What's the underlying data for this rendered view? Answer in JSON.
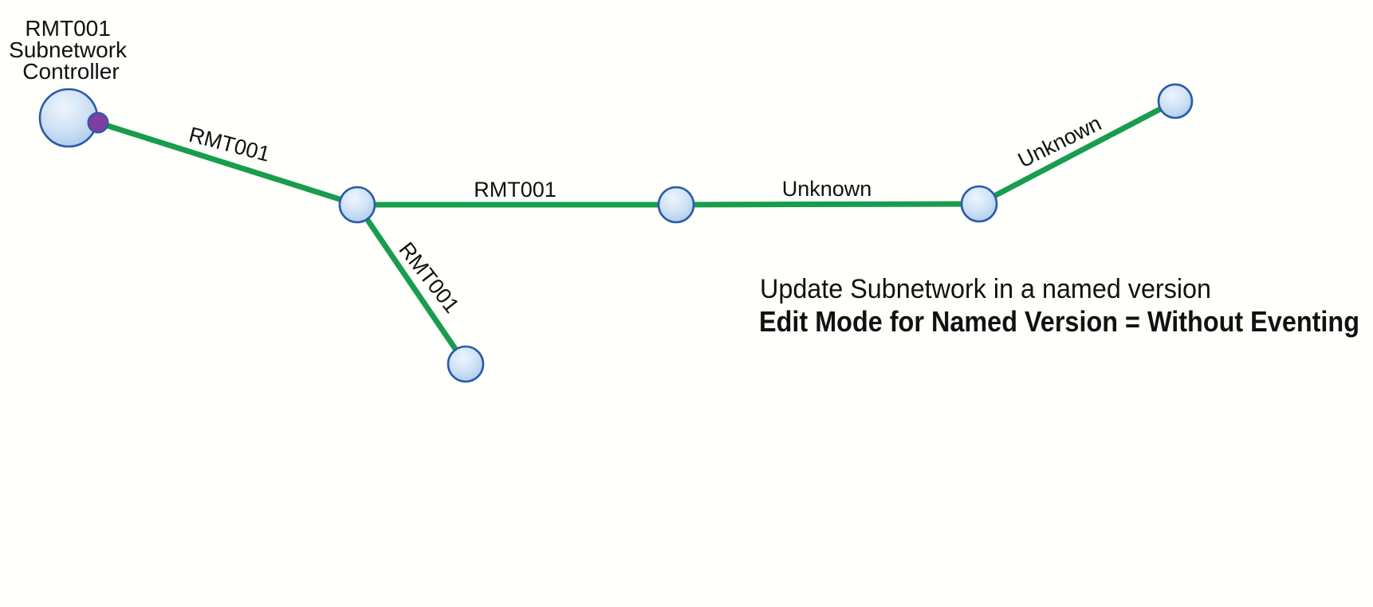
{
  "title": "Subnetwork update diagram",
  "colors": {
    "background": "#fffffc",
    "edge_green": "#189c4e",
    "node_fill_highlight": "#eef5fd",
    "node_fill_mid": "#cde1f5",
    "node_fill_edge": "#9fbfe6",
    "node_stroke": "#2a5aa5",
    "controller_port_purple": "#7d3fa0",
    "text": "#111111"
  },
  "controller": {
    "id": "subnetwork-controller",
    "label_lines": [
      "RMT001",
      "Subnetwork",
      "Controller"
    ]
  },
  "nodes": [
    {
      "id": "controller",
      "type": "subnetwork-controller-device"
    },
    {
      "id": "junction",
      "type": "junction-device"
    },
    {
      "id": "middle",
      "type": "junction-device"
    },
    {
      "id": "third",
      "type": "junction-device"
    },
    {
      "id": "top-right",
      "type": "end-device"
    },
    {
      "id": "bottom",
      "type": "end-device"
    }
  ],
  "edges": [
    {
      "from": "controller",
      "to": "junction",
      "label": "RMT001"
    },
    {
      "from": "junction",
      "to": "middle",
      "label": "RMT001"
    },
    {
      "from": "middle",
      "to": "third",
      "label": "Unknown"
    },
    {
      "from": "third",
      "to": "top-right",
      "label": "Unknown"
    },
    {
      "from": "junction",
      "to": "bottom",
      "label": "RMT001"
    }
  ],
  "annotation": {
    "line1": "Update Subnetwork in a named version",
    "line2": "Edit Mode for Named Version = Without Eventing"
  }
}
